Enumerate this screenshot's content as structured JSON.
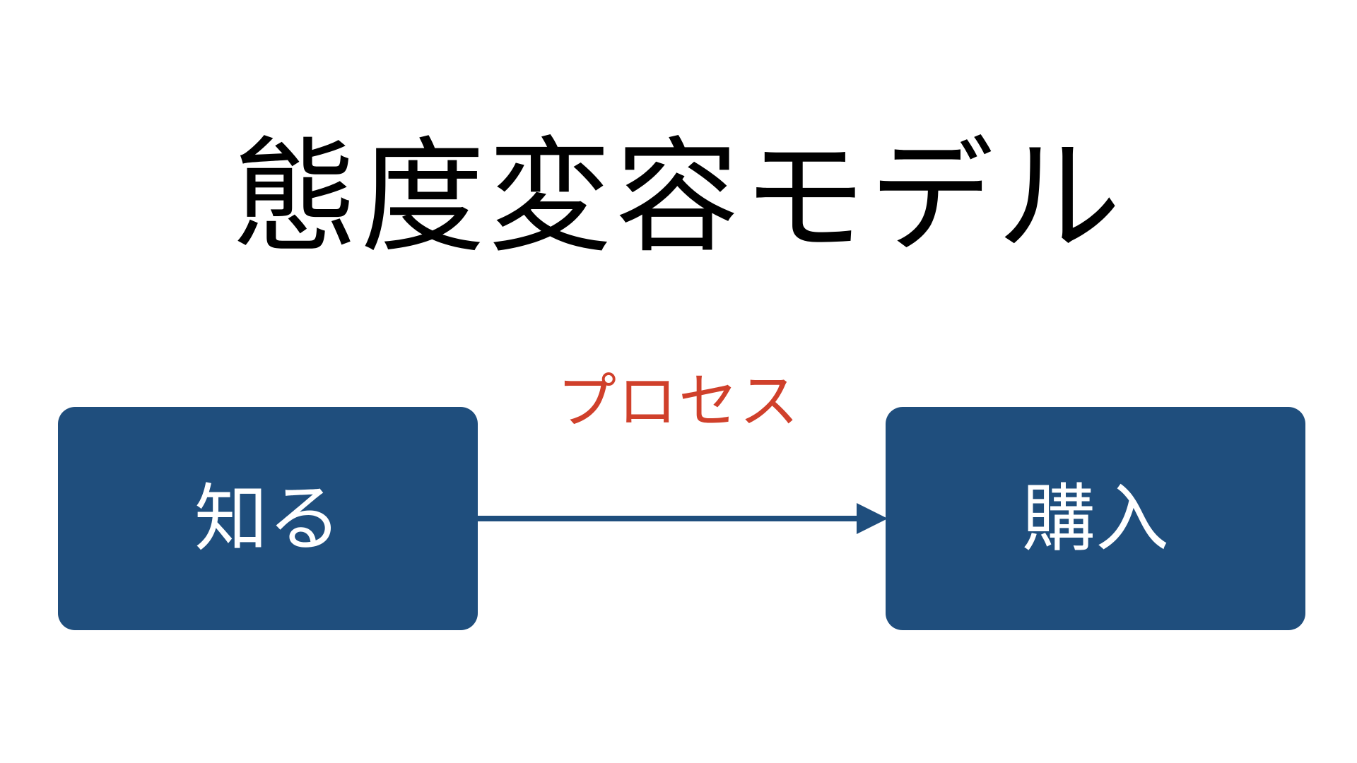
{
  "diagram": {
    "title": "態度変容モデル",
    "process_label": "プロセス",
    "start_node": {
      "label": "知る"
    },
    "end_node": {
      "label": "購入"
    }
  },
  "colors": {
    "title": "#000000",
    "node_fill": "#1f4e7d",
    "node_text": "#ffffff",
    "arrow": "#1f4e7d",
    "process_label": "#d0402b",
    "background": "#ffffff"
  },
  "icons": {
    "arrow": "arrow-right-icon"
  }
}
